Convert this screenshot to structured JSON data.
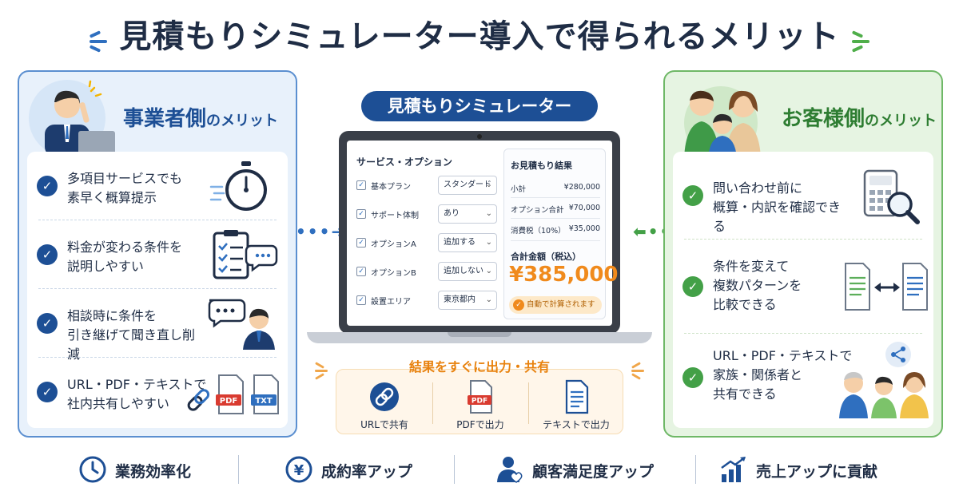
{
  "title": "見積もりシミュレーター導入で得られるメリット",
  "business": {
    "title_main": "事業者側",
    "title_suffix": "のメリット",
    "items": [
      {
        "text": "多項目サービスでも\n素早く概算提示"
      },
      {
        "text": "料金が変わる条件を\n説明しやすい"
      },
      {
        "text": "相談時に条件を\n引き継げて聞き直し削減"
      },
      {
        "text": "URL・PDF・テキストで\n社内共有しやすい"
      }
    ]
  },
  "customer": {
    "title_main": "お客様側",
    "title_suffix": "のメリット",
    "items": [
      {
        "text": "問い合わせ前に\n概算・内訳を確認できる"
      },
      {
        "text": "条件を変えて\n複数パターンを\n比較できる"
      },
      {
        "text": "URL・PDF・テキストで\n家族・関係者と\n共有できる"
      }
    ]
  },
  "simulator": {
    "badge": "見積もりシミュレーター",
    "options_title": "サービス・オプション",
    "options": [
      {
        "label": "基本プラン",
        "value": "スタンダード"
      },
      {
        "label": "サポート体制",
        "value": "あり"
      },
      {
        "label": "オプションA",
        "value": "追加する"
      },
      {
        "label": "オプションB",
        "value": "追加しない"
      },
      {
        "label": "設置エリア",
        "value": "東京都内"
      }
    ],
    "result_title": "お見積もり結果",
    "lines": [
      {
        "label": "小計",
        "value": "¥280,000"
      },
      {
        "label": "オプション合計",
        "value": "¥70,000"
      },
      {
        "label": "消費税（10%）",
        "value": "¥35,000"
      }
    ],
    "total_label": "合計金額（税込）",
    "total_value": "¥385,000",
    "auto_note": "自動で計算されます"
  },
  "share": {
    "title": "結果をすぐに出力・共有",
    "items": [
      {
        "label": "URLで共有",
        "icon": "link-icon"
      },
      {
        "label": "PDFで出力",
        "icon": "pdf-file-icon",
        "badge": "PDF"
      },
      {
        "label": "テキストで出力",
        "icon": "text-file-icon"
      }
    ]
  },
  "art": {
    "pdf_badge": "PDF",
    "txt_badge": "TXT"
  },
  "bottom": [
    {
      "label": "業務効率化",
      "icon": "clock-icon"
    },
    {
      "label": "成約率アップ",
      "icon": "yen-icon"
    },
    {
      "label": "顧客満足度アップ",
      "icon": "customer-heart-icon"
    },
    {
      "label": "売上アップに貢献",
      "icon": "growth-chart-icon"
    }
  ],
  "colors": {
    "navy": "#1d4f95",
    "green": "#43a047",
    "orange": "#f08a1c"
  }
}
